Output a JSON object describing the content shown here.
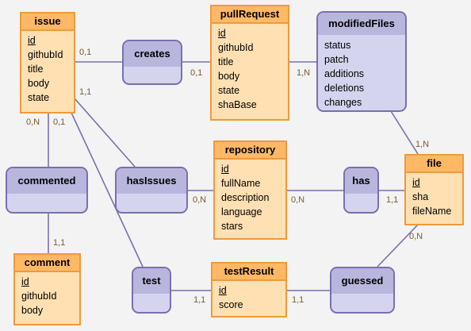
{
  "entities": {
    "issue": {
      "name": "issue",
      "attributes": [
        {
          "text": "id",
          "key": true
        },
        {
          "text": "githubId"
        },
        {
          "text": "title"
        },
        {
          "text": "body"
        },
        {
          "text": "state"
        }
      ]
    },
    "pullRequest": {
      "name": "pullRequest",
      "attributes": [
        {
          "text": "id",
          "key": true
        },
        {
          "text": "githubId"
        },
        {
          "text": "title"
        },
        {
          "text": "body"
        },
        {
          "text": "state"
        },
        {
          "text": "shaBase"
        }
      ]
    },
    "repository": {
      "name": "repository",
      "attributes": [
        {
          "text": "id",
          "key": true
        },
        {
          "text": "fullName"
        },
        {
          "text": "description"
        },
        {
          "text": "language"
        },
        {
          "text": "stars"
        }
      ]
    },
    "file": {
      "name": "file",
      "attributes": [
        {
          "text": "id",
          "key": true
        },
        {
          "text": "sha"
        },
        {
          "text": "fileName"
        }
      ]
    },
    "comment": {
      "name": "comment",
      "attributes": [
        {
          "text": "id",
          "key": true
        },
        {
          "text": "githubId"
        },
        {
          "text": "body"
        }
      ]
    },
    "testResult": {
      "name": "testResult",
      "attributes": [
        {
          "text": "id",
          "key": true
        },
        {
          "text": "score"
        }
      ]
    }
  },
  "relationships": {
    "creates": {
      "name": "creates"
    },
    "modifiedFiles": {
      "name": "modifiedFiles",
      "attributes": [
        {
          "text": "status"
        },
        {
          "text": "patch"
        },
        {
          "text": "additions"
        },
        {
          "text": "deletions"
        },
        {
          "text": "changes"
        }
      ]
    },
    "commented": {
      "name": "commented"
    },
    "hasIssues": {
      "name": "hasIssues"
    },
    "has": {
      "name": "has"
    },
    "test": {
      "name": "test"
    },
    "guessed": {
      "name": "guessed"
    }
  },
  "cardinalities": {
    "issue_creates": "0,1",
    "pullRequest_creates": "0,1",
    "pullRequest_modifiedFiles": "1,N",
    "file_modifiedFiles": "1,N",
    "issue_hasIssues": "1,1",
    "issue_commented": "0,N",
    "issue_test": "0,1",
    "repository_hasIssues": "0,N",
    "repository_has": "0,N",
    "file_has": "1,1",
    "comment_commented": "1,1",
    "file_guessed": "0,N",
    "testResult_test": "1,1",
    "testResult_guessed": "1,1"
  }
}
